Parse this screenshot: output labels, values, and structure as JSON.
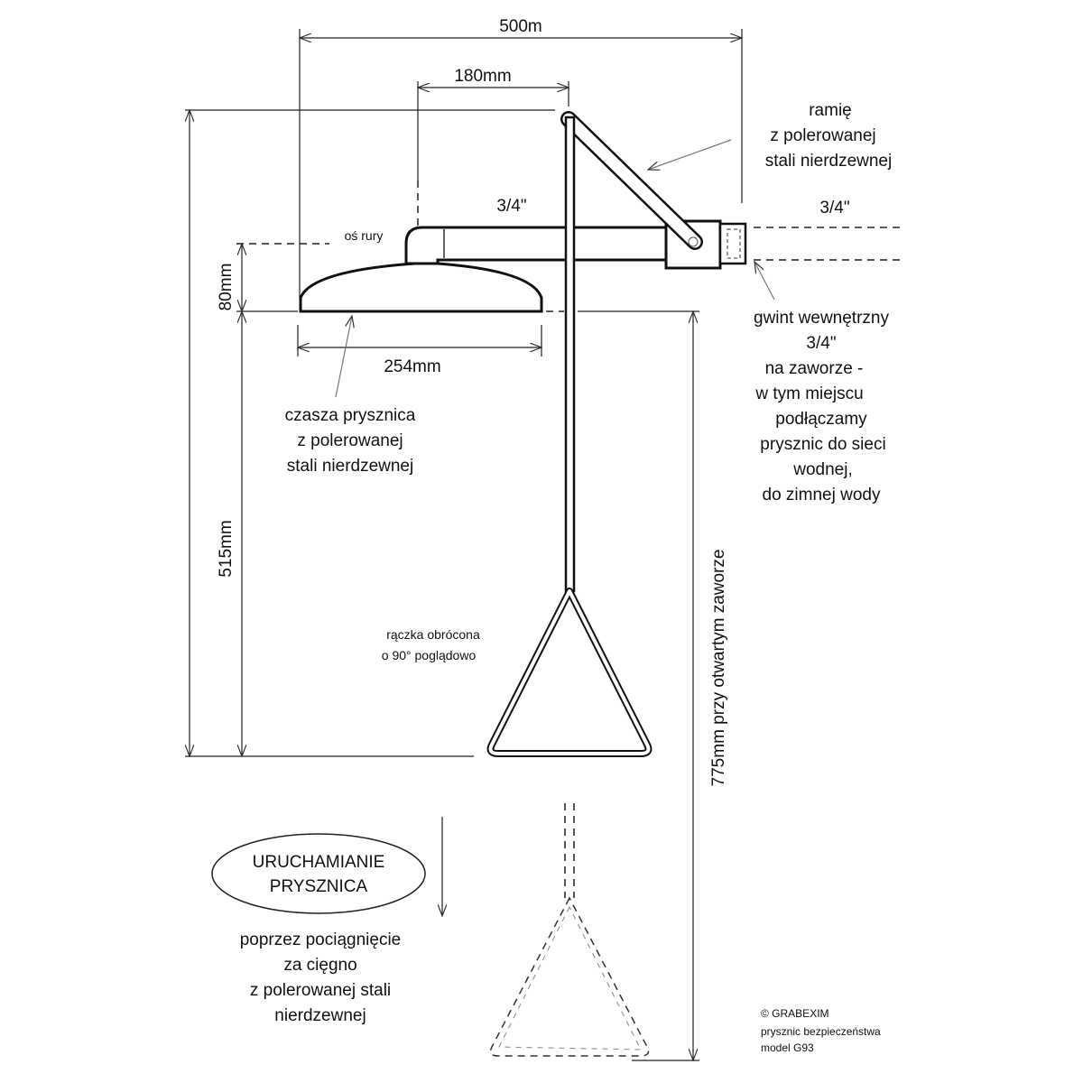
{
  "dimensions": {
    "total_width": "500m",
    "arm_offset": "180mm",
    "pipe_size_left": "3/4\"",
    "pipe_size_right": "3/4\"",
    "head_height": "80mm",
    "head_diameter": "254mm",
    "handle_height": "515mm",
    "open_valve_height": "775mm przy otwartym zaworze"
  },
  "labels": {
    "pipe_axis": "oś rury",
    "arm": [
      "ramię",
      "z polerowanej",
      "stali nierdzewnej"
    ],
    "head": [
      "czasza prysznica",
      "z polerowanej",
      "stali nierdzewnej"
    ],
    "thread": [
      "gwint wewnętrzny",
      "3/4\"",
      "na zaworze -",
      "w tym miejscu",
      "podłączamy",
      "prysznic do sieci",
      "wodnej,",
      "do zimnej wody"
    ],
    "handle": [
      "rączka obrócona",
      "o 90°   poglądowo"
    ],
    "activation_title": [
      "URUCHAMIANIE",
      "PRYSZNICA"
    ],
    "activation_desc": [
      "poprzez pociągnięcie",
      "za cięgno",
      "z polerowanej stali",
      "nierdzewnej"
    ]
  },
  "footer": {
    "brand": "© GRABEXIM",
    "product": "prysznic bezpieczeństwa",
    "model": "model G93"
  }
}
